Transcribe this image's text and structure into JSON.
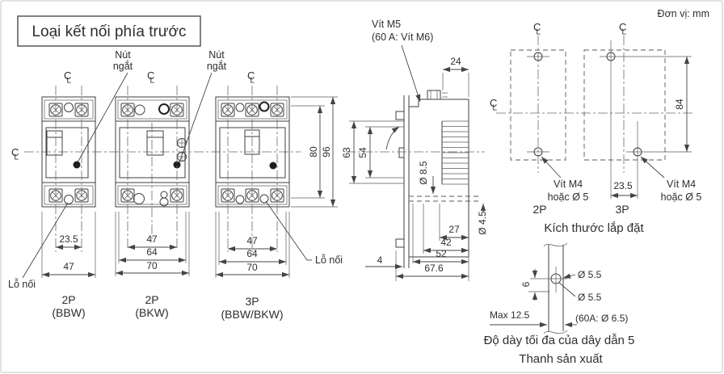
{
  "page": {
    "title": "Loại kết nối phía trước",
    "unit": "Đơn vị: mm"
  },
  "sym": {
    "c": "C",
    "l": "L"
  },
  "fv": {
    "nut_ngat": {
      "l1": "Nút",
      "l2": "ngắt"
    },
    "lo_noi": "Lỗ nối",
    "b1": {
      "dim_inner": "23.5",
      "dim_overall": "47",
      "name_l1": "2P",
      "name_l2": "(BBW)"
    },
    "b2": {
      "dim_pole": "47",
      "dim_mid": "64",
      "dim_overall": "70",
      "name_l1": "2P",
      "name_l2": "(BKW)"
    },
    "b3": {
      "dim_pole": "47",
      "dim_mid": "64",
      "dim_overall": "70",
      "name_l1": "3P",
      "name_l2": "(BBW/BKW)"
    },
    "dim_h_inner": "80",
    "dim_h_overall": "96"
  },
  "sv": {
    "screw_l1": "Vít M5",
    "screw_l2": "(60 A: Vít M6)",
    "d24": "24",
    "d63": "63",
    "d54": "54",
    "d85": "Ø 8.5",
    "d45": "Ø 4.5",
    "d27": "27",
    "d42": "42",
    "d52": "52",
    "d676": "67.6",
    "d4": "4"
  },
  "mt": {
    "caption": "Kích thước lắp đặt",
    "d84": "84",
    "d235": "23.5",
    "p2": "2P",
    "p3": "3P",
    "screw_l1": "Vít M4",
    "screw_l2": "hoặc Ø 5"
  },
  "bb": {
    "d6": "6",
    "d55a": "Ø 5.5",
    "d55b": "Ø 5.5",
    "alt": "(60A: Ø 6.5)",
    "max": "Max 12.5",
    "cap1": "Độ dày tối đa của dây dẫn 5",
    "cap2": "Thanh sản xuất"
  }
}
